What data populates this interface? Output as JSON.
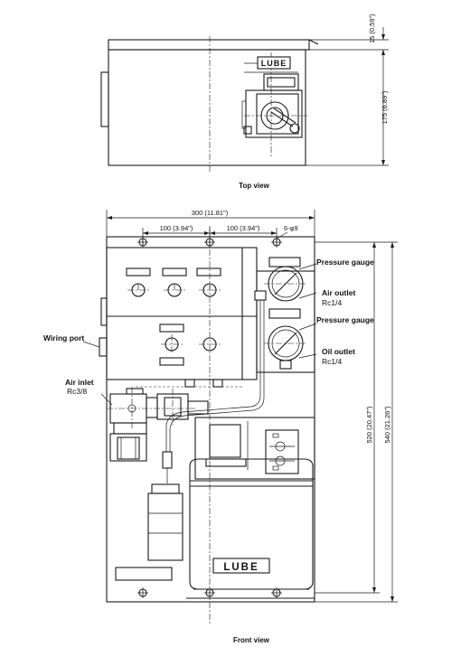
{
  "captions": {
    "top_view": "Top view",
    "front_view": "Front view"
  },
  "labels": {
    "pressure_gauge_1": "Pressure gauge",
    "air_outlet": "Air outlet",
    "air_outlet_size": "Rc1/4",
    "pressure_gauge_2": "Pressure gauge",
    "oil_outlet": "Oil outlet",
    "oil_outlet_size": "Rc1/4",
    "wiring_port": "Wiring port",
    "air_inlet": "Air inlet",
    "air_inlet_size": "Rc3/8"
  },
  "brand": {
    "top": "LUBE",
    "front": "LUBE"
  },
  "dimensions": {
    "top_height_small": "15 (0.59\")",
    "top_height": "175 (6.89\")",
    "overall_width": "300 (11.81\")",
    "hole_pitch_1": "100 (3.94\")",
    "hole_pitch_2": "100 (3.94\")",
    "hole_dia": "6-φ9",
    "mount_height": "520 (20.47\")",
    "overall_height": "540 (21.26\")"
  }
}
